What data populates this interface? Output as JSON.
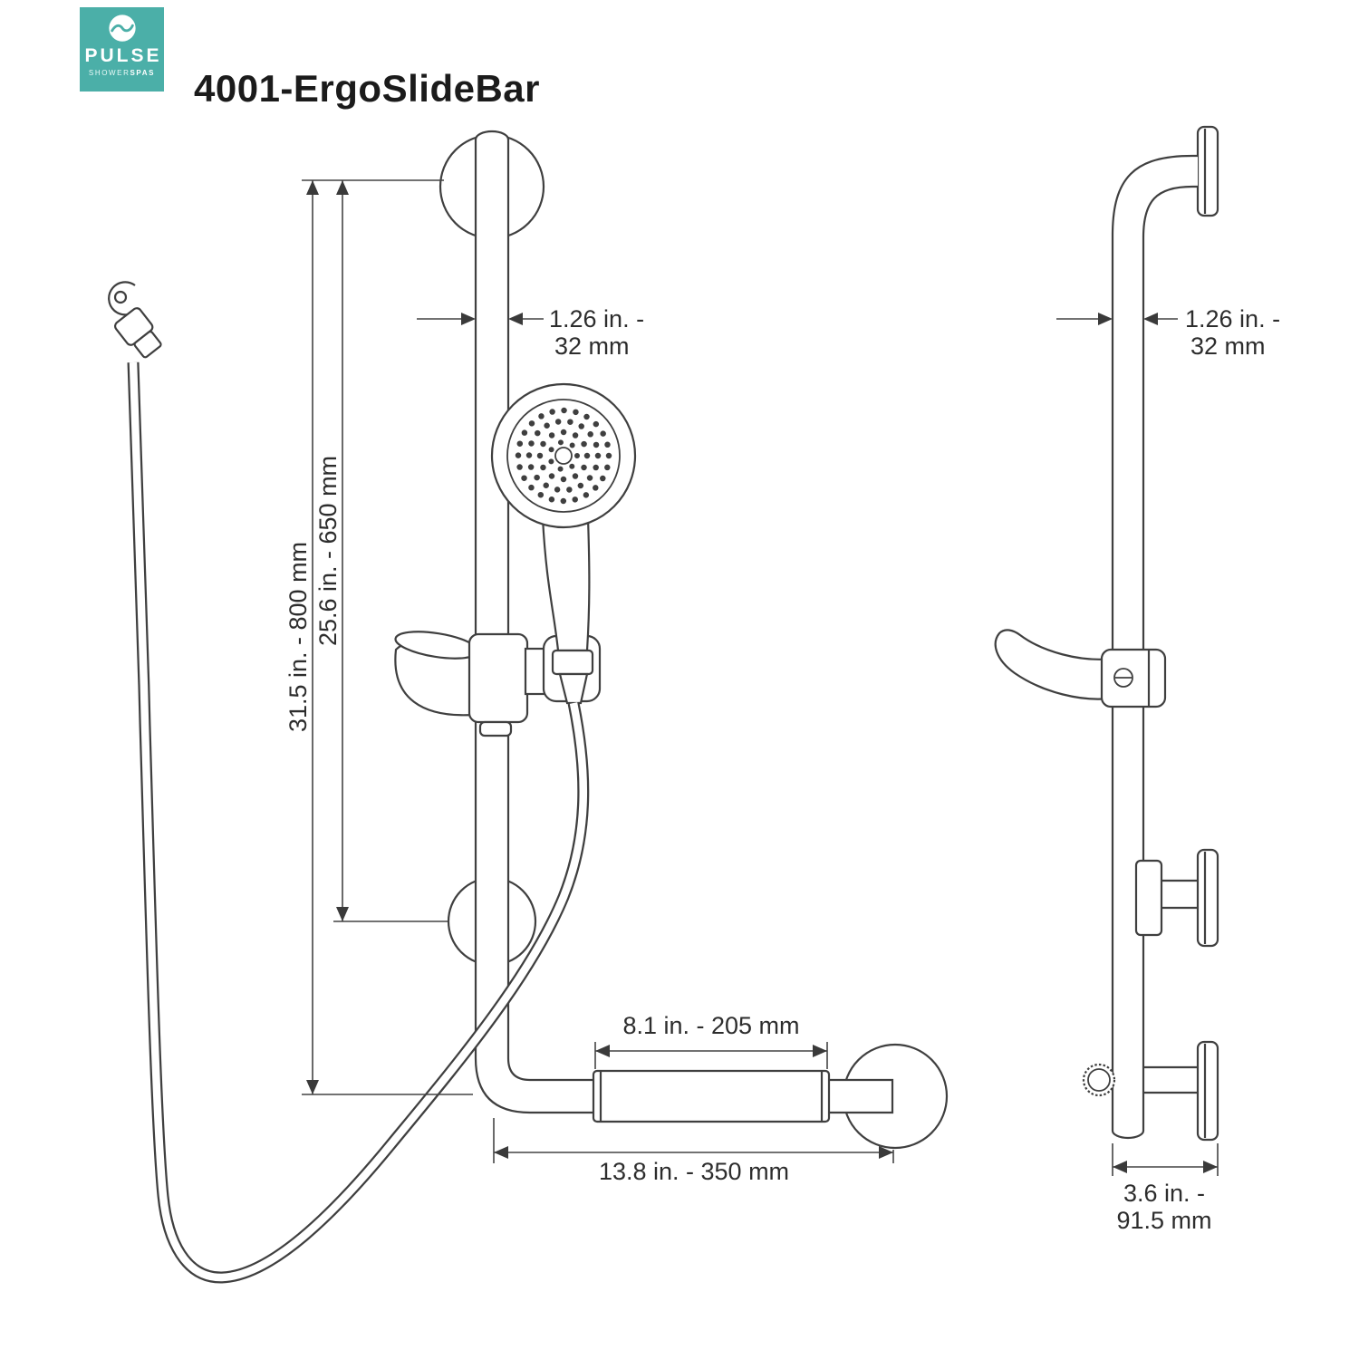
{
  "header": {
    "brand": {
      "name": "PULSE",
      "sub_light": "SHOWER",
      "sub_bold": "SPAS"
    },
    "title": "4001-ErgoSlideBar"
  },
  "dimensions": {
    "front_bar_diameter": {
      "line1": "1.26 in. -",
      "line2": "32 mm"
    },
    "overall_height": "31.5 in. - 800 mm",
    "mount_spacing": "25.6 in. - 650 mm",
    "grip_length": "8.1 in. - 205 mm",
    "bottom_bar_length": "13.8 in. - 350 mm",
    "side_bar_diameter": {
      "line1": "1.26 in. -",
      "line2": "32 mm"
    },
    "wall_projection": {
      "line1": "3.6 in. -",
      "line2": "91.5 mm"
    }
  },
  "colors": {
    "brand_teal": "#4BAFA8",
    "drawing_line": "#3F3F3F",
    "dimension_text": "#2D2D2D"
  }
}
